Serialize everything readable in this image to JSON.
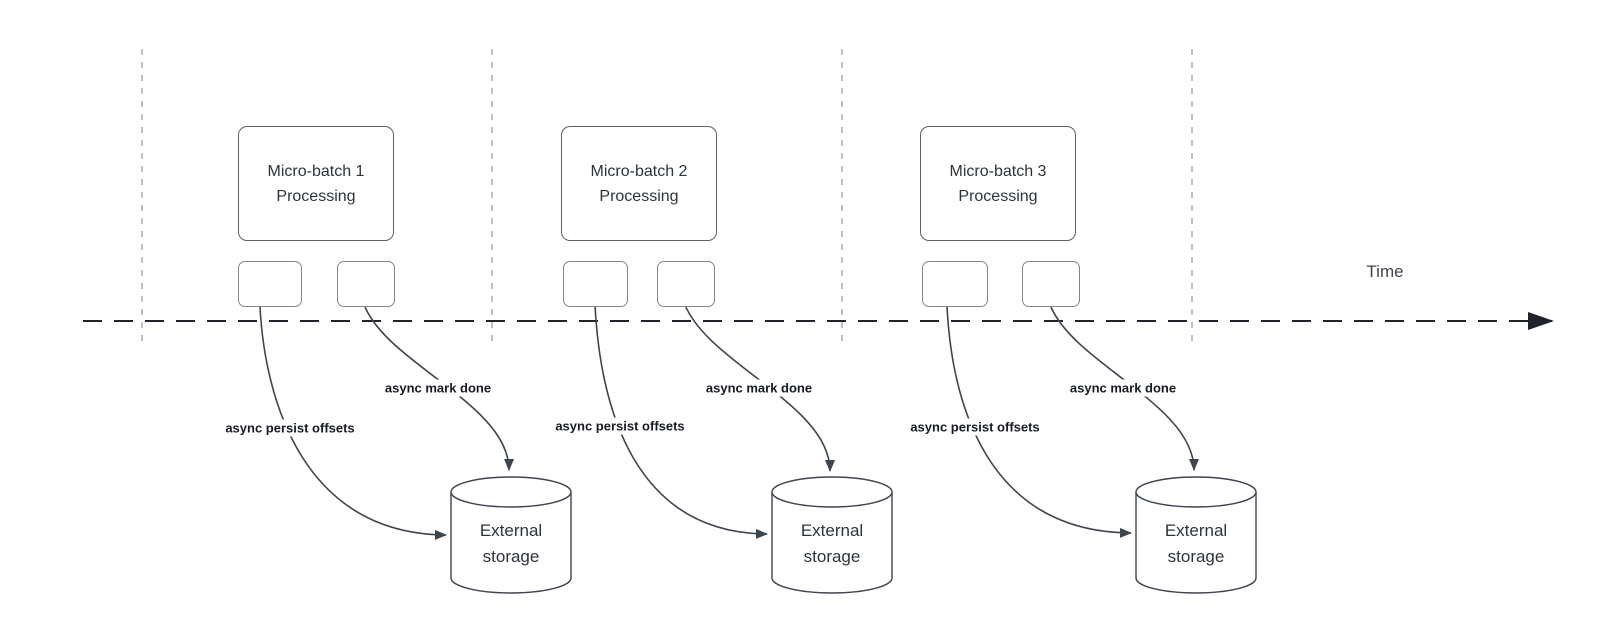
{
  "diagram": {
    "time_label": "Time",
    "batches": [
      {
        "line1": "Micro-batch 1",
        "line2": "Processing",
        "persist_label": "async persist offsets",
        "done_label": "async mark done",
        "storage_line1": "External",
        "storage_line2": "storage"
      },
      {
        "line1": "Micro-batch 2",
        "line2": "Processing",
        "persist_label": "async persist offsets",
        "done_label": "async mark done",
        "storage_line1": "External",
        "storage_line2": "storage"
      },
      {
        "line1": "Micro-batch 3",
        "line2": "Processing",
        "persist_label": "async persist offsets",
        "done_label": "async mark done",
        "storage_line1": "External",
        "storage_line2": "storage"
      }
    ]
  },
  "colors": {
    "timeline": "#20242a",
    "guide": "#9ca1a7",
    "edge": "#3e454f",
    "box-border": "#5b6167",
    "small-box-border": "#81868c",
    "shape-text": "#2e343c",
    "label-text": "#171b21",
    "axis-text": "#3f464e"
  }
}
